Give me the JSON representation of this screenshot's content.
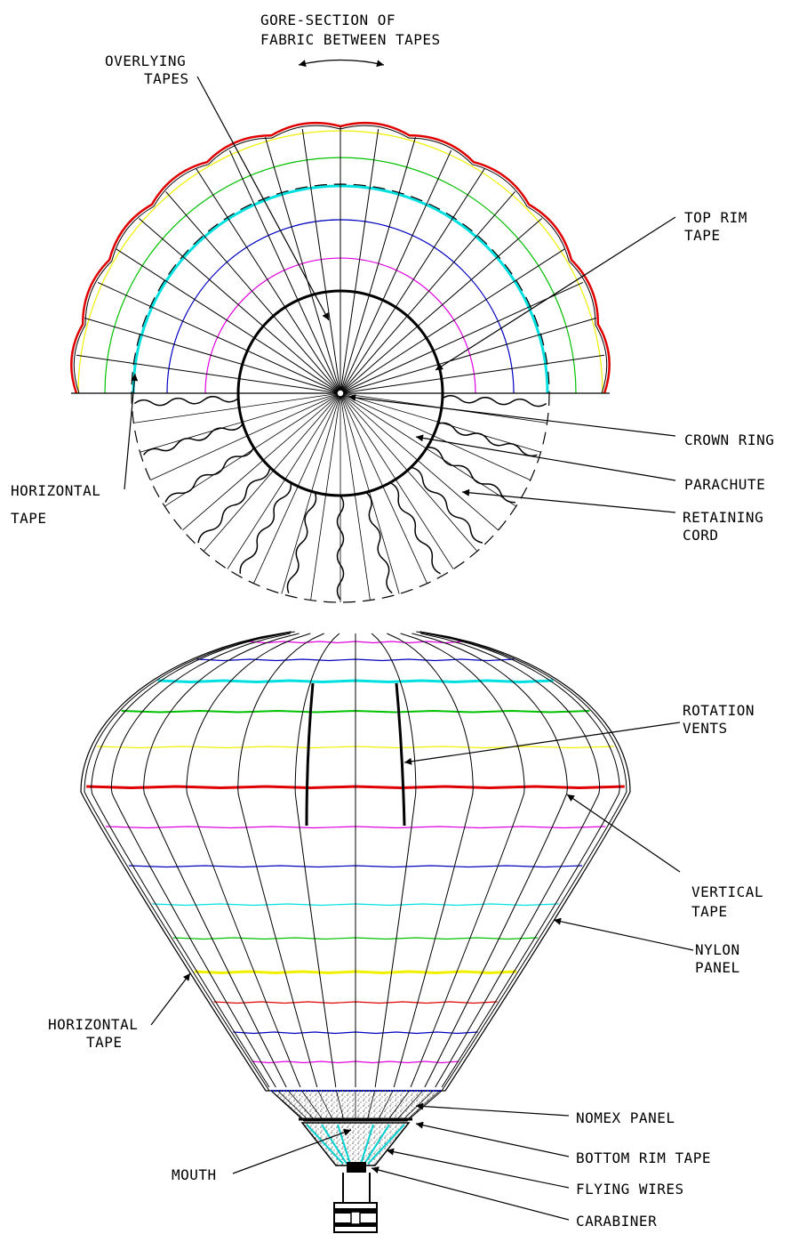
{
  "top_view": {
    "gore_label_line1": "GORE-SECTION OF",
    "gore_label_line2": "FABRIC BETWEEN TAPES",
    "overlying_tapes_line1": "OVERLYING",
    "overlying_tapes_line2": "TAPES",
    "top_rim_tape_line1": "TOP RIM",
    "top_rim_tape_line2": "TAPE",
    "crown_ring": "CROWN RING",
    "parachute": "PARACHUTE",
    "retaining_cord_line1": "RETAINING",
    "retaining_cord_line2": "CORD",
    "horizontal_tape_line1": "HORIZONTAL",
    "horizontal_tape_line2": "TAPE"
  },
  "side_view": {
    "rotation_vents_line1": "ROTATION",
    "rotation_vents_line2": "VENTS",
    "vertical_tape_line1": "VERTICAL",
    "vertical_tape_line2": "TAPE",
    "nylon_panel_line1": "NYLON",
    "nylon_panel_line2": "PANEL",
    "horizontal_tape_line1": "HORIZONTAL",
    "horizontal_tape_line2": "TAPE",
    "nomex_panel": "NOMEX PANEL",
    "bottom_rim_tape": "BOTTOM RIM TAPE",
    "mouth": "MOUTH",
    "flying_wires": "FLYING WIRES",
    "carabiner": "CARABINER"
  },
  "colors": {
    "outer_rim": "#e00000",
    "ring_yellow": "#f0f000",
    "ring_green": "#00c000",
    "ring_cyan": "#00e0e0",
    "ring_blue": "#0000c0",
    "ring_magenta": "#e000e0",
    "line": "#000000"
  }
}
